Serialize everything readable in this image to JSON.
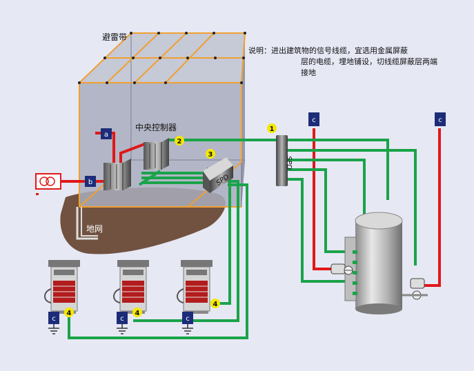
{
  "labels": {
    "lightning_belt": "避雷带",
    "central_controller": "中央控制器",
    "ground_grid": "地网",
    "spd": "SPD"
  },
  "note": {
    "line1": "说明：进出建筑物的信号线缆，宜选用金属屏蔽",
    "line2": "层的电缆，埋地铺设，切线缆屏蔽层两端",
    "line3": "接地"
  },
  "box_labels": {
    "a": "a",
    "b": "b",
    "c": "c"
  },
  "numbers": {
    "n1": "1",
    "n2": "2",
    "n3": "3",
    "n4": "4"
  },
  "colors": {
    "background": "#e6e8f4",
    "signal_cable": "#1aa34a",
    "power_cable": "#e01818",
    "lightning_mesh": "#f0a030",
    "marker_box": "#1d2c78",
    "number_badge": "#f5e800",
    "ground_soil": "#6a4a36"
  }
}
